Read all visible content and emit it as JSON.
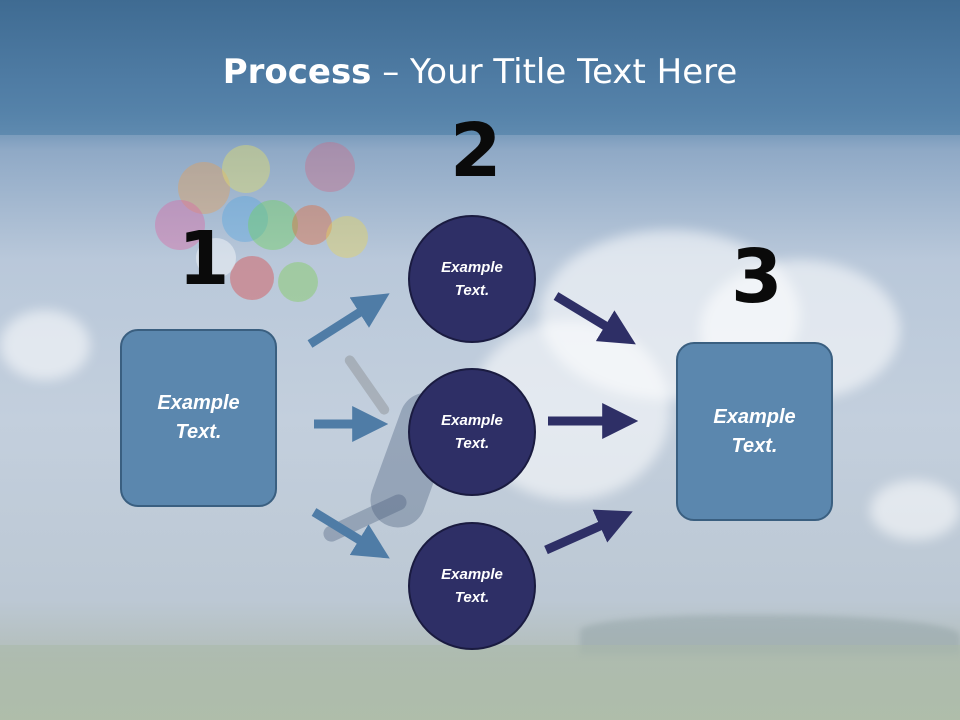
{
  "slide": {
    "title_bold": "Process",
    "title_rest": " – Your Title Text Here",
    "numbers": [
      "1",
      "2",
      "3"
    ],
    "left_box": {
      "line1": "Example",
      "line2": "Text."
    },
    "right_box": {
      "line1": "Example",
      "line2": "Text."
    },
    "circles": [
      {
        "line1": "Example",
        "line2": "Text."
      },
      {
        "line1": "Example",
        "line2": "Text."
      },
      {
        "line1": "Example",
        "line2": "Text."
      }
    ]
  },
  "colors": {
    "box_fill": "#5b87ae",
    "circle_fill": "#2e2f66",
    "left_arrows": "#4f7ca6",
    "right_arrows": "#2e2f66",
    "title_band": "#4a76a0"
  }
}
